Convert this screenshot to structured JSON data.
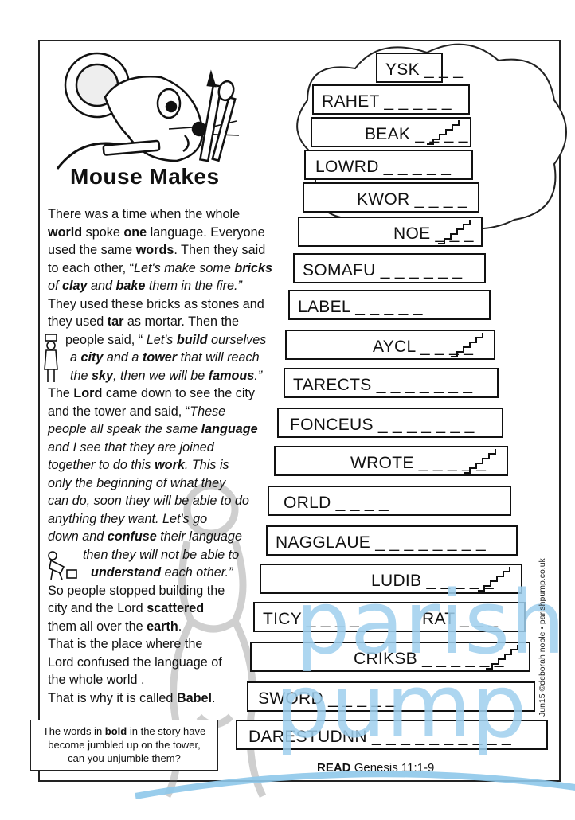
{
  "title": "Mouse Makes",
  "story": {
    "lines": [
      [
        "There was a time when the whole"
      ],
      [
        {
          "b": "world"
        },
        " spoke ",
        {
          "b": "one"
        },
        " language. Everyone"
      ],
      [
        "used the same ",
        {
          "b": "words"
        },
        ". Then they said"
      ],
      [
        "to each other, “",
        {
          "i": "Let's make some "
        },
        {
          "bi": "bricks"
        }
      ],
      [
        {
          "i": "of "
        },
        {
          "bi": "clay"
        },
        {
          "i": " and "
        },
        {
          "bi": "bake"
        },
        {
          "i": " them in the fire.”"
        }
      ],
      [
        "They used these bricks as stones and"
      ],
      [
        "they used ",
        {
          "b": "tar"
        },
        " as mortar. Then the"
      ],
      [
        "people said, “ ",
        {
          "i": "Let's "
        },
        {
          "bi": "build"
        },
        {
          "i": " ourselves"
        }
      ],
      [
        {
          "i": "a "
        },
        {
          "bi": "city"
        },
        {
          "i": " and a "
        },
        {
          "bi": "tower"
        },
        {
          "i": " that will reach"
        }
      ],
      [
        {
          "i": "the "
        },
        {
          "bi": "sky"
        },
        {
          "i": ", then we will be "
        },
        {
          "bi": "famous"
        },
        {
          "i": ".”"
        }
      ],
      [
        "The ",
        {
          "b": "Lord"
        },
        " came down to see the city"
      ],
      [
        "and the tower and said, “",
        {
          "i": "These"
        }
      ],
      [
        {
          "i": "people all speak the same "
        },
        {
          "bi": "language"
        }
      ],
      [
        {
          "i": "and I see that they are joined"
        }
      ],
      [
        {
          "i": "together to do this "
        },
        {
          "bi": "work"
        },
        {
          "i": ". This is"
        }
      ],
      [
        {
          "i": "only the beginning of what they"
        }
      ],
      [
        {
          "i": "can do, soon they will be able to do"
        }
      ],
      [
        {
          "i": "anything they want. Let's go"
        }
      ],
      [
        {
          "i": "down and "
        },
        {
          "bi": "confuse"
        },
        {
          "i": " their language"
        }
      ],
      [
        {
          "i": "then they will not be able to"
        }
      ],
      [
        {
          "bi": "understand"
        },
        {
          "i": " each other.”"
        }
      ],
      [
        "So people stopped building the"
      ],
      [
        "city and the Lord ",
        {
          "b": "scattered"
        }
      ],
      [
        "them all over the ",
        {
          "b": "earth"
        },
        "."
      ],
      [
        "That is the place where the"
      ],
      [
        "Lord confused the language of"
      ],
      [
        "the whole world ."
      ],
      [
        "That is why it is called ",
        {
          "b": "Babel"
        },
        "."
      ]
    ]
  },
  "instructions": {
    "line1": "The words in",
    "bold": "bold",
    "line1_rest": "in the story have",
    "line2": "become jumbled up on the tower,",
    "line3": "can you unjumble them?"
  },
  "read": {
    "label": "READ",
    "ref": "Genesis 11:1-9"
  },
  "credit": "Jun15 ©deborah noble • parishpump.co.uk",
  "watermark": {
    "line1": "parish",
    "line2": "pump"
  },
  "tower": [
    {
      "word": "YSK",
      "blanks": "_ _ _"
    },
    {
      "word": "RAHET",
      "blanks": "_ _ _ _ _"
    },
    {
      "word": "BEAK",
      "blanks": "_ _ _ _"
    },
    {
      "word": "LOWRD",
      "blanks": "_ _ _ _ _"
    },
    {
      "word": "KWOR",
      "blanks": "_ _ _ _"
    },
    {
      "word": "NOE",
      "blanks": "_ _ _"
    },
    {
      "word": "SOMAFU",
      "blanks": "_ _ _ _ _ _"
    },
    {
      "word": "LABEL",
      "blanks": "_ _ _ _ _"
    },
    {
      "word": "AYCL",
      "blanks": "_ _ _ _"
    },
    {
      "word": "TARECTS",
      "blanks": "_ _ _ _ _ _ _"
    },
    {
      "word": "FONCEUS",
      "blanks": "_ _ _ _ _ _ _"
    },
    {
      "word": "WROTE",
      "blanks": "_ _ _ _ _"
    },
    {
      "word": "ORLD",
      "blanks": "_ _ _ _"
    },
    {
      "word": "NAGGLAUE",
      "blanks": "_ _ _ _ _ _ _ _"
    },
    {
      "word": "LUDIB",
      "blanks": "_ _ _ _ _"
    },
    {
      "word": "TICY",
      "blanks": "_ _ _ _"
    },
    {
      "word": "RAT",
      "blanks": "_ _ _"
    },
    {
      "word": "CRIKSB",
      "blanks": "_ _ _ _ _ _"
    },
    {
      "word": "SWORD",
      "blanks": "_ _ _ _ _"
    },
    {
      "word": "DARESTUDNN",
      "blanks": "_ _ _ _ _ _ _ _ _ _"
    }
  ]
}
